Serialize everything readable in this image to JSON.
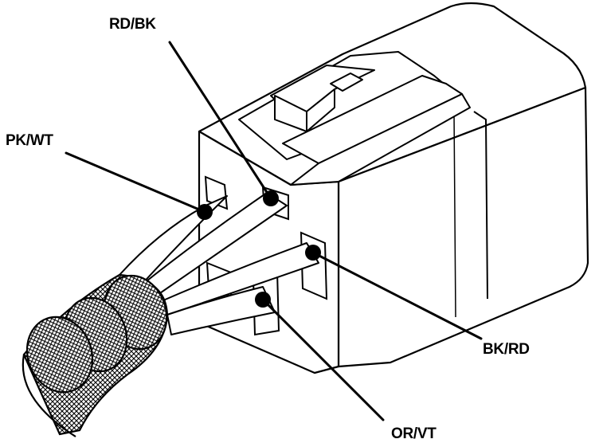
{
  "diagram": {
    "callouts": [
      {
        "id": "rd-bk",
        "label": "RD/BK"
      },
      {
        "id": "pk-wt",
        "label": "PK/WT"
      },
      {
        "id": "bk-rd",
        "label": "BK/RD"
      },
      {
        "id": "or-vt",
        "label": "OR/VT"
      }
    ]
  },
  "colors": {
    "ink": "#000000",
    "paper": "#ffffff"
  }
}
